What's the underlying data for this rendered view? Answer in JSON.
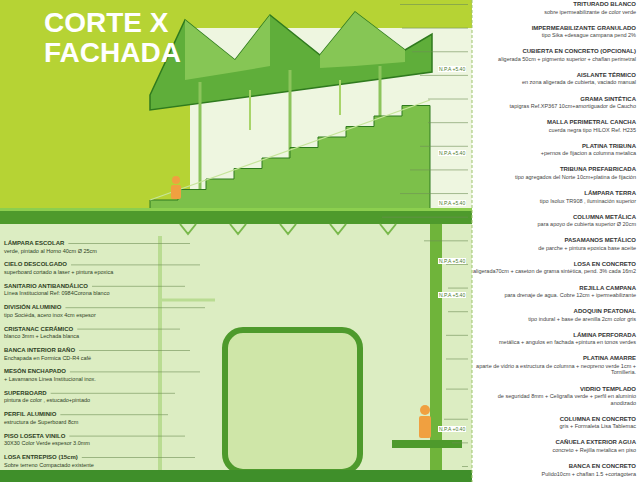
{
  "diagram": {
    "title": "CORTE X FACHADA",
    "labels": [
      "TRITURADO BLANCO",
      "sobre ipermeabilizante de color verde",
      "IMPERMEABILIZANTE GRANULADO",
      "tipo Sika +desague campana pend 2%",
      "CUBIERTA EN CONCRETO (OPCIONAL)",
      "aligerada 50cm + pigmento superior + chaflan perimetral",
      "AISLANTE TÉRMICO",
      "en zona aligerada de cubierta, vaciado manual",
      "GRAMA SINTÉTICA",
      "tapigras Ref.XP367 10cm+amortiguador de Caucho",
      "MALLA PERIMETRAL CANCHA",
      "cuerda negra tipo HILOX Ref. H235",
      "PLATINA TRIBUNA",
      "+pernos de fijacion a columna metalica",
      "TRIBUNA PREFABRICADA",
      "tipo agregados del Norte 10cm+platina de fijación",
      "LÁMPARA TERRA",
      "tipo Isolux TR908 , iluminación superior",
      "COLUMNA METÁLICA",
      "para apoyo de cubierta superior Ø 20cm",
      "PASAMANOS METÁLICO",
      "de parche + pintura epoxica base aceite",
      "LOSA EN CONCRETO",
      "aligerada70cm + caseton de grama sintética, pend. 3% cada 16m2",
      "REJILLA CAMPANA",
      "para drenaje de agua. Cobre 12cm + ipermeabilizante",
      "ADOQUIN PEATONAL",
      "tipo indural + base de arenilla 2cm color gris",
      "LÁMINA PERFORADA",
      "metálica + angulos en fachada +pintura en tonos verdes",
      "PLATINA AMARRE",
      "aparte de vidrio a estructura de columna + neopreno verde 1cm + Tornilleria.",
      "VIDRIO TEMPLADO",
      "de seguridad 8mm + Celigrafia verde + perfil en aluminio anodizado",
      "COLUMNA EN CONCRETO",
      "gris + Formaleta Lisa Tablemac",
      "CAÑUELA EXTERIOR AGUA",
      "concreto + Rejilla metalica en piso",
      "BANCA EN CONCRETO",
      "Pulido10cm + chaflan 1.5 +cortagotera",
      "LÁMPARA ESCOLAR",
      "verde, pintado al Horno 40cm Ø 25cm",
      "CIELO DESCOLGADO",
      "superboard cortado a laser + pintura epoxica",
      "SANITARIO ANTIBANDÁLICO",
      "Línea Institucional Ref: 0984Corona blanco",
      "DIVISIÓN ALUMINIO",
      "tipo Sociéda, acero inox 4cm espesor",
      "CRISTANAC CERÁMICO",
      "blanco 3mm + Lechada blanca",
      "BANCA INTERIOR BAÑO",
      "Enchapada en Formica CD-R4 café",
      "MESÓN ENCHAPADO",
      "+ Lavamanos Linea Institucional inox.",
      "SUPERBOARD",
      "pintura de color , estucado+pintado",
      "PERFIL ALUMINIO",
      "estructura de Superboard 8cm",
      "PISO LOSETA VINILO",
      "30X30 Color Verde espesor 3.0mm",
      "LOSA ENTREPISO (15cm)",
      "Sobre terreno Compactado existente",
      "N.P.A +5.40",
      "N.P.A +5.40",
      "N.P.A +5.40",
      "N.P.A +5.40",
      "N.P.A +5.40",
      "N.P.A +0.40"
    ]
  }
}
